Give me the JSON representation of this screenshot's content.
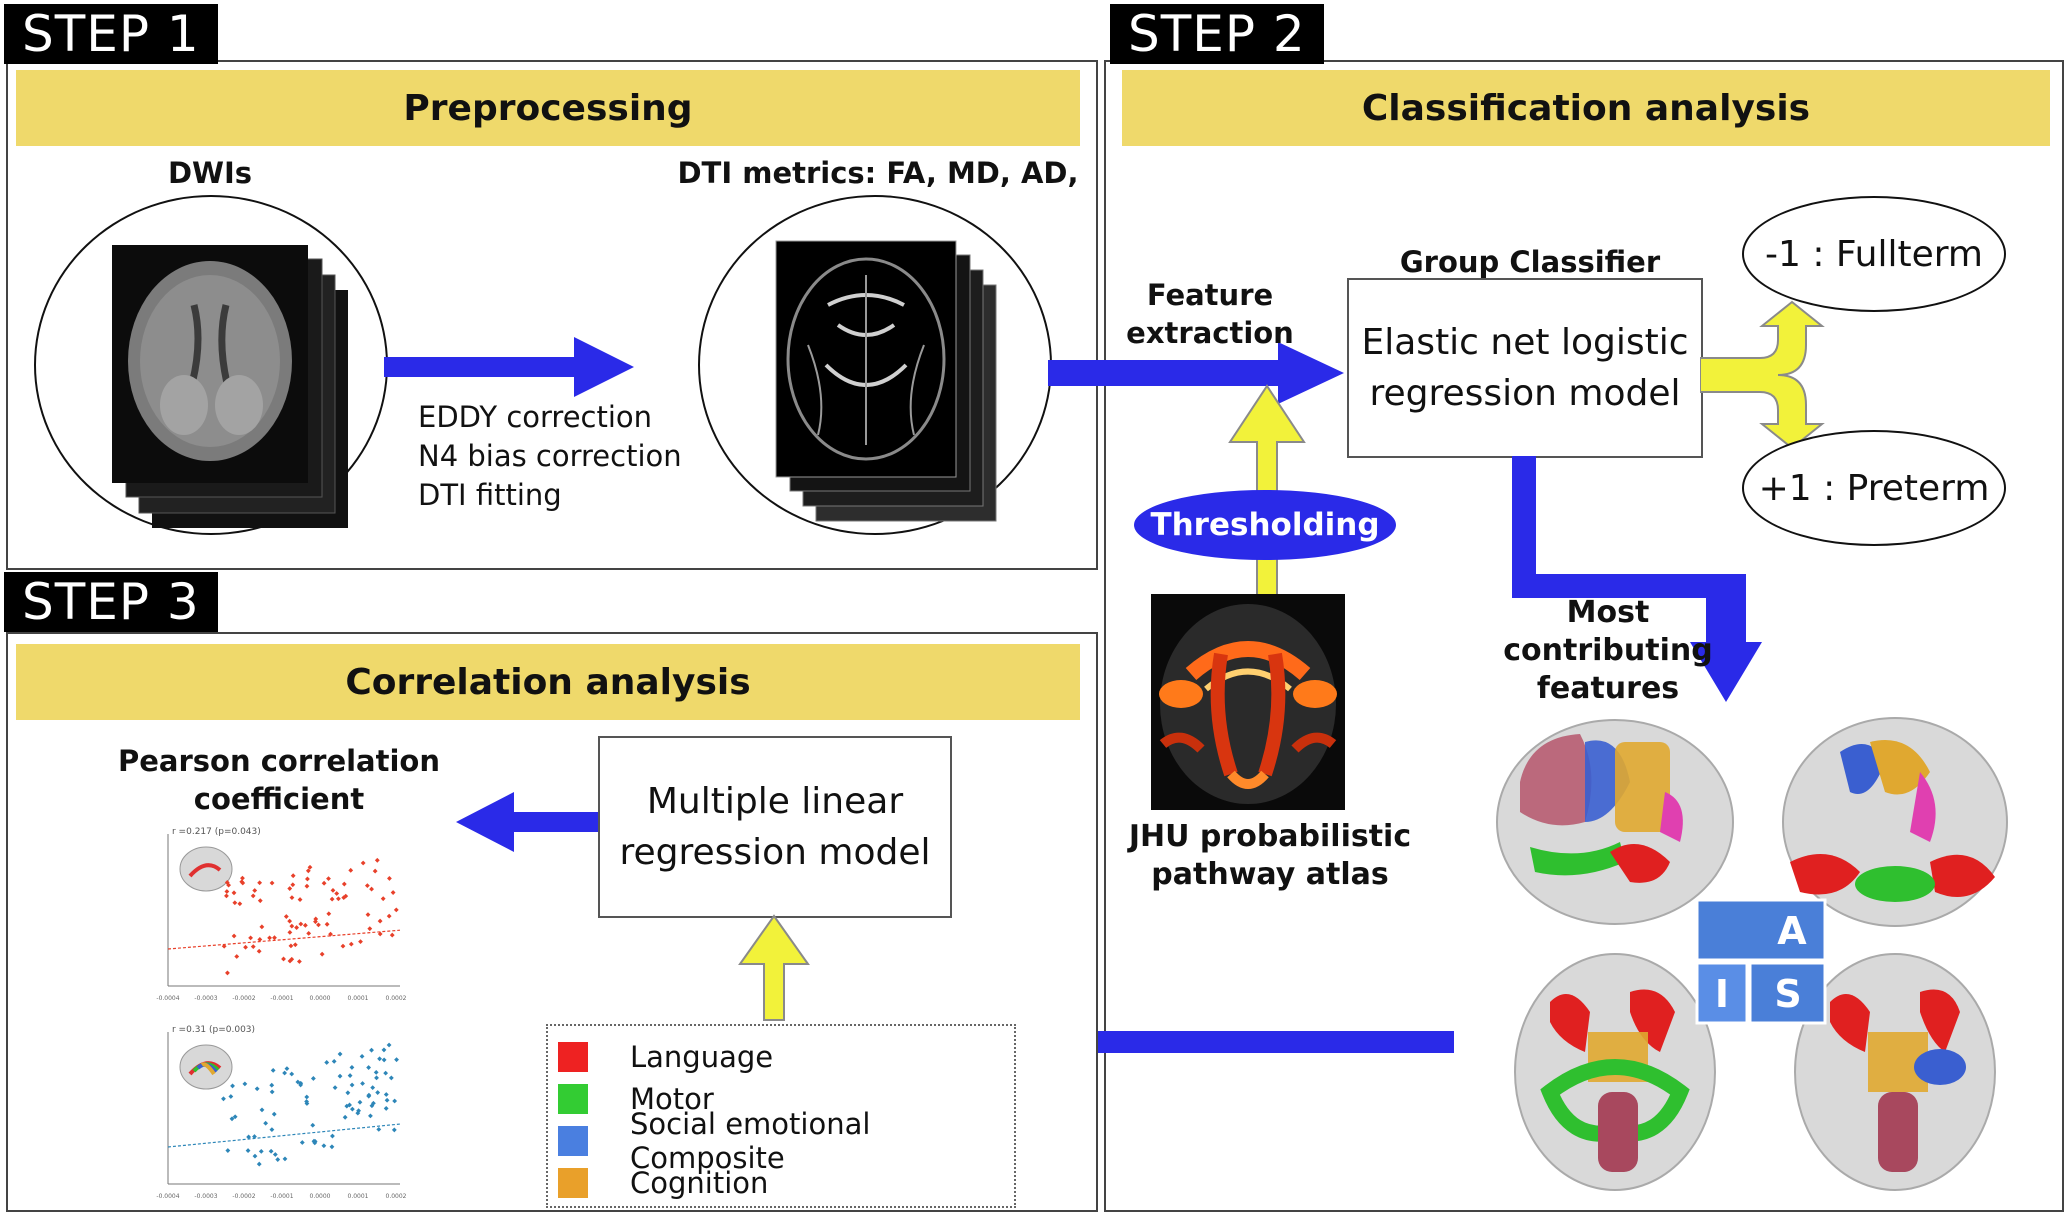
{
  "steps": {
    "step1": "STEP 1",
    "step2": "STEP 2",
    "step3": "STEP 3"
  },
  "step1": {
    "banner": "Preprocessing",
    "input_label": "DWIs",
    "output_label": "DTI metrics: FA, MD, AD, RD",
    "processing_steps": [
      "EDDY correction",
      "N4 bias correction",
      "DTI fitting"
    ]
  },
  "step2": {
    "banner": "Classification analysis",
    "feature_label_line1": "Feature",
    "feature_label_line2": "extraction",
    "classifier_title": "Group Classifier",
    "model_line1": "Elastic net logistic",
    "model_line2": "regression model",
    "output_fullterm": "-1 : Fullterm",
    "output_preterm": "+1 : Preterm",
    "threshold_label": "Thresholding",
    "atlas_label_line1": "JHU probabilistic",
    "atlas_label_line2": "pathway atlas",
    "contrib_line1": "Most contributing",
    "contrib_line2": "features",
    "orientation": {
      "a": "A",
      "i": "I",
      "s": "S"
    }
  },
  "step3": {
    "banner": "Correlation analysis",
    "pearson_line1": "Pearson correlation",
    "pearson_line2": "coefficient",
    "model_line1": "Multiple linear",
    "model_line2": "regression model",
    "plot1_stat": "r =0.217 (p=0.043)",
    "plot2_stat": "r =0.31 (p=0.003)",
    "x_ticks": [
      "-0.0004",
      "-0.0003",
      "-0.0002",
      "-0.0001",
      "0.0000",
      "0.0001",
      "0.0002"
    ],
    "legend": [
      {
        "label": "Language",
        "color": "#ee2222"
      },
      {
        "label": "Motor",
        "color": "#33cc33"
      },
      {
        "label": "Social emotional Composite",
        "color": "#4a7fe0"
      },
      {
        "label": "Cognition",
        "color": "#e9a02a"
      }
    ]
  },
  "colors": {
    "arrow_blue": "#2a2ae8",
    "arrow_yellow": "#f2f23a",
    "banner": "#efd96b",
    "red_points": "#e8402a",
    "blue_points": "#2d86b8"
  }
}
